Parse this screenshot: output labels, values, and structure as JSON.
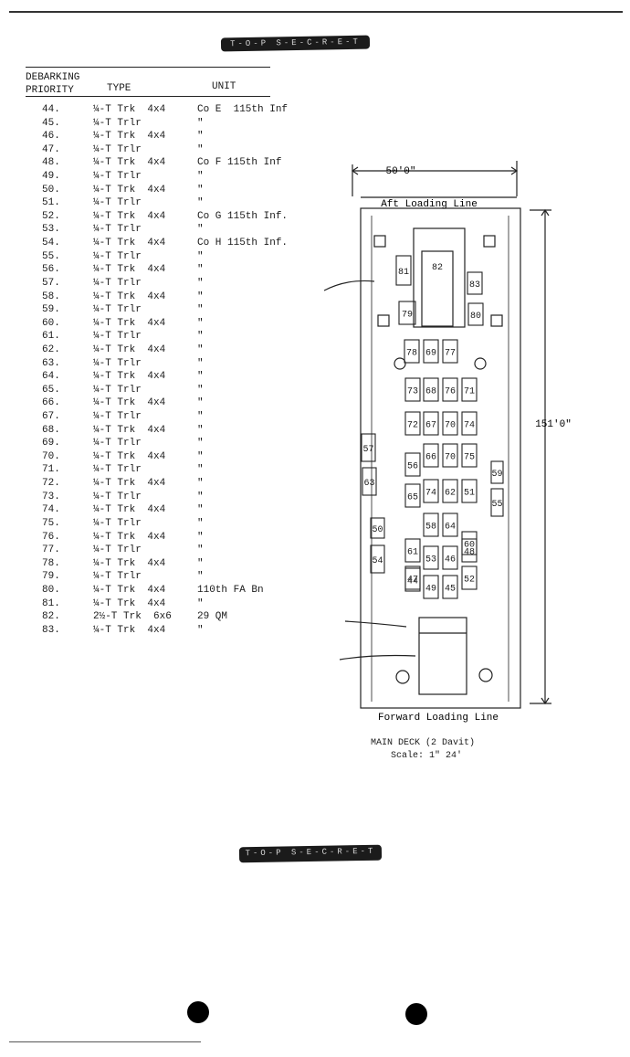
{
  "classification": {
    "top": "T-O-P S-E-C-R-E-T",
    "bottom": "T-O-P S-E-C-R-E-T"
  },
  "table": {
    "headers": {
      "priority_line1": "DEBARKING",
      "priority_line2": "PRIORITY",
      "type": "TYPE",
      "unit": "UNIT"
    },
    "rows": [
      {
        "priority": "44.",
        "type": "¼-T Trk  4x4",
        "unit": "Co E  115th Inf"
      },
      {
        "priority": "45.",
        "type": "¼-T Trlr",
        "unit": "\""
      },
      {
        "priority": "46.",
        "type": "¼-T Trk  4x4",
        "unit": "\""
      },
      {
        "priority": "47.",
        "type": "¼-T Trlr",
        "unit": "\""
      },
      {
        "priority": "48.",
        "type": "¼-T Trk  4x4",
        "unit": "Co F 115th Inf"
      },
      {
        "priority": "49.",
        "type": "¼-T Trlr",
        "unit": "\""
      },
      {
        "priority": "50.",
        "type": "¼-T Trk  4x4",
        "unit": "\""
      },
      {
        "priority": "51.",
        "type": "¼-T Trlr",
        "unit": "\""
      },
      {
        "priority": "52.",
        "type": "¼-T Trk  4x4",
        "unit": "Co G 115th Inf."
      },
      {
        "priority": "53.",
        "type": "¼-T Trlr",
        "unit": "\""
      },
      {
        "priority": "54.",
        "type": "¼-T Trk  4x4",
        "unit": "Co H 115th Inf."
      },
      {
        "priority": "55.",
        "type": "¼-T Trlr",
        "unit": "\""
      },
      {
        "priority": "56.",
        "type": "¼-T Trk  4x4",
        "unit": "\""
      },
      {
        "priority": "57.",
        "type": "¼-T Trlr",
        "unit": "\""
      },
      {
        "priority": "58.",
        "type": "¼-T Trk  4x4",
        "unit": "\""
      },
      {
        "priority": "59.",
        "type": "¼-T Trlr",
        "unit": "\""
      },
      {
        "priority": "60.",
        "type": "¼-T Trk  4x4",
        "unit": "\""
      },
      {
        "priority": "61.",
        "type": "¼-T Trlr",
        "unit": "\""
      },
      {
        "priority": "62.",
        "type": "¼-T Trk  4x4",
        "unit": "\""
      },
      {
        "priority": "63.",
        "type": "¼-T Trlr",
        "unit": "\""
      },
      {
        "priority": "64.",
        "type": "¼-T Trk  4x4",
        "unit": "\""
      },
      {
        "priority": "65.",
        "type": "¼-T Trlr",
        "unit": "\""
      },
      {
        "priority": "66.",
        "type": "¼-T Trk  4x4",
        "unit": "\""
      },
      {
        "priority": "67.",
        "type": "¼-T Trlr",
        "unit": "\""
      },
      {
        "priority": "68.",
        "type": "¼-T Trk  4x4",
        "unit": "\""
      },
      {
        "priority": "69.",
        "type": "¼-T Trlr",
        "unit": "\""
      },
      {
        "priority": "70.",
        "type": "¼-T Trk  4x4",
        "unit": "\""
      },
      {
        "priority": "71.",
        "type": "¼-T Trlr",
        "unit": "\""
      },
      {
        "priority": "72.",
        "type": "¼-T Trk  4x4",
        "unit": "\""
      },
      {
        "priority": "73.",
        "type": "¼-T Trlr",
        "unit": "\""
      },
      {
        "priority": "74.",
        "type": "¼-T Trk  4x4",
        "unit": "\""
      },
      {
        "priority": "75.",
        "type": "¼-T Trlr",
        "unit": "\""
      },
      {
        "priority": "76.",
        "type": "¼-T Trk  4x4",
        "unit": "\""
      },
      {
        "priority": "77.",
        "type": "¼-T Trlr",
        "unit": "\""
      },
      {
        "priority": "78.",
        "type": "¼-T Trk  4x4",
        "unit": "\""
      },
      {
        "priority": "79.",
        "type": "¼-T Trlr",
        "unit": "\""
      },
      {
        "priority": "80.",
        "type": "¼-T Trk  4x4",
        "unit": "110th FA Bn"
      },
      {
        "priority": "81.",
        "type": "¼-T Trk  4x4",
        "unit": "\""
      },
      {
        "priority": "82.",
        "type": "2½-T Trk  6x6",
        "unit": "29 QM"
      },
      {
        "priority": "83.",
        "type": "¼-T Trk  4x4",
        "unit": "\""
      }
    ]
  },
  "diagram": {
    "width_dim": "50'0\"",
    "length_dim": "151'0\"",
    "aft_line": "Aft Loading Line",
    "forward_line": "Forward Loading Line",
    "caption_line1": "MAIN DECK (2 Davit)",
    "caption_line2": "Scale: 1\" 24'",
    "vehicle_labels": [
      "82",
      "81",
      "83",
      "79",
      "80",
      "78",
      "69",
      "77",
      "73",
      "68",
      "76",
      "71",
      "72",
      "67",
      "70",
      "74",
      "57",
      "66",
      "70",
      "75",
      "63",
      "56",
      "59",
      "65",
      "74",
      "62",
      "51",
      "55",
      "58",
      "64",
      "50",
      "54",
      "61",
      "60",
      "47",
      "53",
      "46",
      "49",
      "45",
      "52",
      "44",
      "48"
    ]
  }
}
